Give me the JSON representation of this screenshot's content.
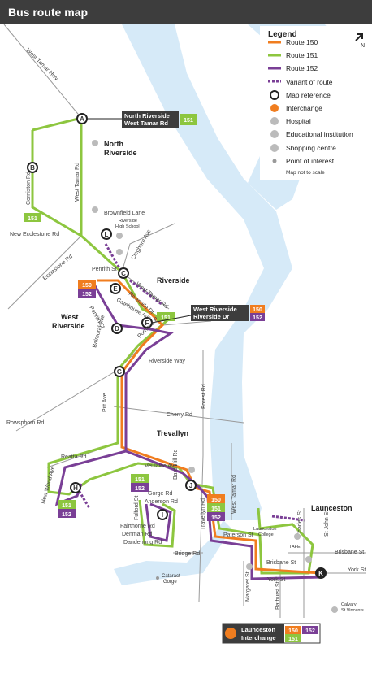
{
  "title": "Bus route map",
  "colors": {
    "route150": "#f07d1f",
    "route151": "#8dc63f",
    "route152": "#7a3f96",
    "river": "#d6eaf8",
    "road": "#8a8a8a",
    "header": "#3d3d3d"
  },
  "legend": {
    "title": "Legend",
    "items": [
      {
        "label": "Route 150",
        "icon": "orange-line"
      },
      {
        "label": "Route 151",
        "icon": "green-line"
      },
      {
        "label": "Route 152",
        "icon": "purple-line"
      },
      {
        "label": "Variant of route",
        "icon": "dashed-purple-line"
      },
      {
        "label": "Map reference",
        "icon": "circle-ring"
      },
      {
        "label": "Interchange",
        "icon": "bus-icon"
      },
      {
        "label": "Hospital",
        "icon": "hospital-icon"
      },
      {
        "label": "Educational institution",
        "icon": "school-icon"
      },
      {
        "label": "Shopping centre",
        "icon": "shopping-icon"
      },
      {
        "label": "Point of interest",
        "icon": "dot"
      }
    ],
    "note": "Map not to scale",
    "north": "N"
  },
  "suburbs": {
    "north_riverside": [
      "North",
      "Riverside"
    ],
    "riverside": "Riverside",
    "west_riverside": [
      "West",
      "Riverside"
    ],
    "trevallyn": "Trevallyn",
    "launceston": "Launceston"
  },
  "refs": [
    "A",
    "B",
    "C",
    "D",
    "E",
    "F",
    "G",
    "H",
    "I",
    "J",
    "K",
    "L"
  ],
  "roads": {
    "west_tamar_hwy": "West Tamar Hwy",
    "west_tamar_rd": "West Tamar Rd",
    "corniston_rd": "Corniston Rd",
    "new_ecclestone_rd": "New Ecclestone Rd",
    "ecclestone_rd": "Ecclestone Rd",
    "brownfield_lane": "Brownfield Lane",
    "riverside_high": [
      "Riverside",
      "High School"
    ],
    "cleghorn_ave": "Cleghorn Ave",
    "penrith_st": "Penrith St",
    "riverside_dr": "Riverside Dr",
    "gatehouse_ave": "Gatehouse Ave",
    "balmoral_ave": "Balmoral Ave",
    "pomona_rd": "Pomona Rd",
    "riverside_way": "Riverside Way",
    "pitt_ave": "Pitt Ave",
    "forest_rd": "Forest Rd",
    "cherry_rd": "Cherry Rd",
    "rowsphorn_rd": "Rowsphorn Rd",
    "reatta_rd": "Reatta Rd",
    "veulalee_ave": "Veulalee Ave",
    "bard_hill_rd": "Bard Hill Rd",
    "new_world_ave": "New World Ave",
    "gorge_rd": "Gorge Rd",
    "anderson_rd": "Anderson Rd",
    "fairthorne_rd": "Fairthorne Rd",
    "denman_rd": "Denman Rd",
    "dandenong_rd": "Dandenong Rd",
    "fulford_st": "Fulford St",
    "cataract_gorge": [
      "Cataract",
      "Gorge"
    ],
    "bridge_rd": "Bridge Rd",
    "travellyn_rd": "Travellyn Rd",
    "paterson_st": "Paterson St",
    "brisbane_st": "Brisbane St",
    "york_st": "York St",
    "margaret_st": "Margaret St",
    "bathurst_st": "Bathurst St",
    "charles_st": "Charles St",
    "st_john_st": "St John St",
    "launceston_college": [
      "Launceston",
      "College"
    ],
    "tafe": "TAFE",
    "calvary": [
      "Calvary",
      "St Vincents"
    ],
    "brisbane_st2": "Brisbane St",
    "york_st2": "York St"
  },
  "callouts": {
    "north_riverside": {
      "line1": "North Riverside",
      "line2": "West Tamar Rd",
      "routes": [
        "151"
      ]
    },
    "west_riverside": {
      "line1": "West Riverside",
      "line2": "Riverside Dr",
      "routes": [
        "150",
        "152"
      ]
    },
    "launceston": {
      "line1": "Launceston",
      "line2": "Interchange",
      "routes": [
        "150",
        "152",
        "151"
      ]
    }
  },
  "badges": [
    "151",
    "150",
    "152",
    "151",
    "151",
    "152",
    "150",
    "151",
    "152",
    "151",
    "152"
  ]
}
